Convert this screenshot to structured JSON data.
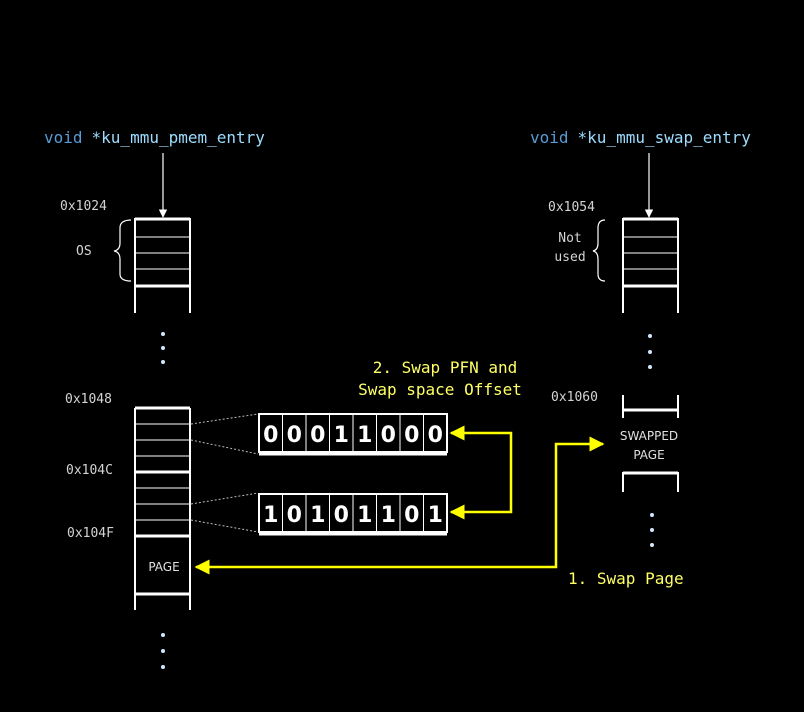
{
  "pmem_label": {
    "type": "void",
    "name": "*ku_mmu_pmem_entry"
  },
  "swap_label": {
    "type": "void",
    "name": "*ku_mmu_swap_entry"
  },
  "pmem": {
    "addr_top": "0x1024",
    "os_label": "OS",
    "addr_1048": "0x1048",
    "addr_104c": "0x104C",
    "addr_104f": "0x104F",
    "page_label": "PAGE"
  },
  "swap": {
    "addr_top": "0x1054",
    "not_used_line1": "Not",
    "not_used_line2": "used",
    "addr_1060": "0x1060",
    "swapped_line1": "SWAPPED",
    "swapped_line2": "PAGE"
  },
  "bits_top": [
    "0",
    "0",
    "0",
    "1",
    "1",
    "0",
    "0",
    "0"
  ],
  "bits_bottom": [
    "1",
    "0",
    "1",
    "0",
    "1",
    "1",
    "0",
    "1"
  ],
  "step2_line1": "2. Swap PFN and",
  "step2_line2": "Swap space Offset",
  "step1": "1. Swap Page",
  "colors": {
    "background": "#000000",
    "line": "#ffffff",
    "keyword": "#569cd6",
    "identifier": "#9cdcfe",
    "label": "#d4d4d4",
    "highlight": "#ffff00",
    "highlight_text": "#ffff66",
    "dots": "#cfe8ff"
  }
}
